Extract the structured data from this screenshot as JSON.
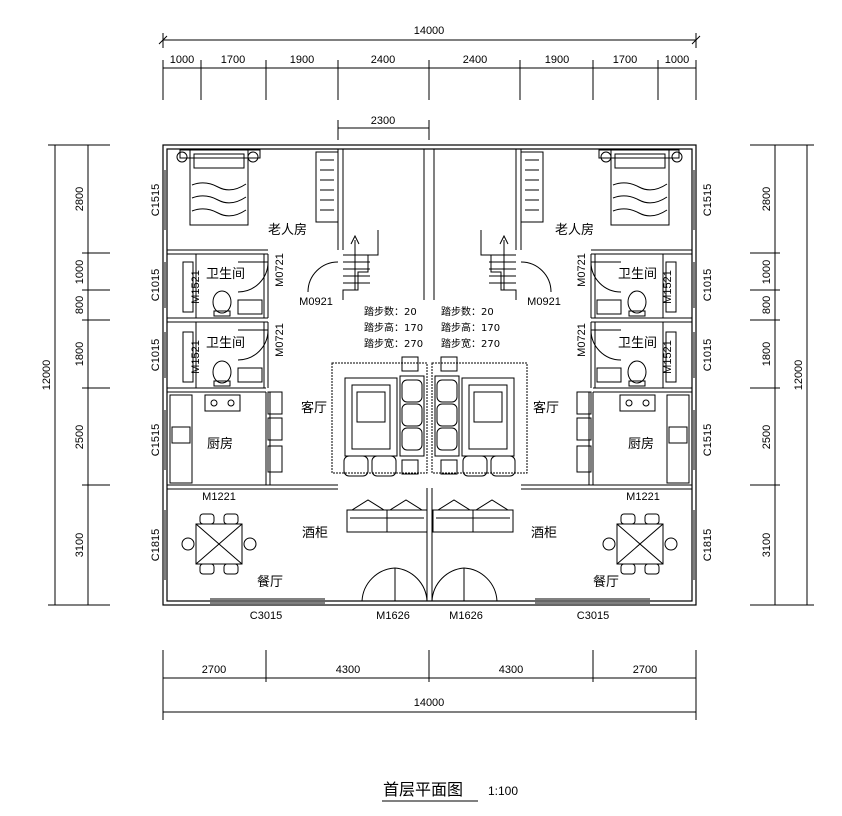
{
  "dims": {
    "top_total": "14000",
    "top_segments": [
      "1000",
      "1700",
      "1900",
      "2400",
      "2400",
      "1900",
      "1700",
      "1000"
    ],
    "stair_width": "2300",
    "bottom_segments": [
      "2700",
      "4300",
      "4300",
      "2700"
    ],
    "bottom_total": "14000",
    "left_total": "12000",
    "left_segments": [
      "2800",
      "1000",
      "800",
      "1800",
      "2500",
      "3100"
    ],
    "right_total": "12000",
    "right_segments": [
      "2800",
      "1000",
      "800",
      "1800",
      "2500",
      "3100"
    ]
  },
  "rooms": {
    "elder_room": "老人房",
    "bathroom": "卫生间",
    "living_room": "客厅",
    "kitchen": "厨房",
    "wine_cabinet": "酒柜",
    "dining_room": "餐厅"
  },
  "codes": {
    "c1515": "C1515",
    "c1015": "C1015",
    "c1815": "C1815",
    "c3015": "C3015",
    "m1521": "M1521",
    "m0721": "M0721",
    "m0921": "M0921",
    "m1221": "M1221",
    "m1626": "M1626"
  },
  "stairs": {
    "steps": "踏步数：20",
    "height": "踏步高：170",
    "width": "踏步宽：270"
  },
  "title": "首层平面图",
  "scale": "1:100"
}
